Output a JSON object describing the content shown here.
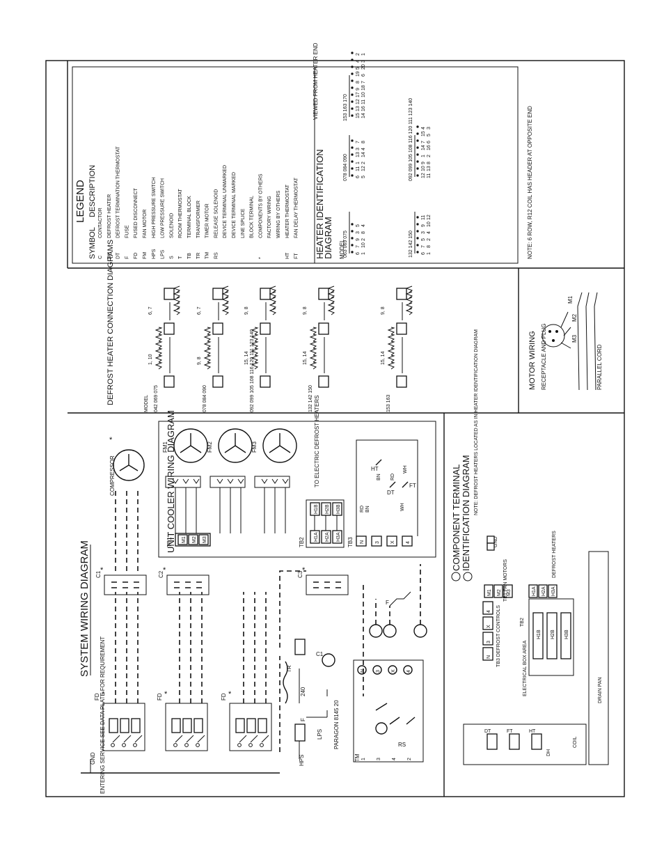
{
  "system": {
    "title": "SYSTEM WIRING DIAGRAM",
    "supply_note": "ENTERING SERVICE SEE DATA PLATE FOR REQUIREMENT",
    "gnd": "GND",
    "fd": "FD",
    "star": "*",
    "contactors": [
      "C1",
      "C2",
      "C3"
    ],
    "compressor": "COMPRESSOR",
    "unit_cooler": "UNIT COOLER WIRING DIAGRAM",
    "fans": [
      "FM1",
      "FM2",
      "FM3"
    ],
    "tb1": "TB1",
    "tb1_terms": [
      "M1",
      "M2",
      "M3"
    ],
    "tb2": "TB2",
    "tb2_terms": [
      "H1A",
      "H2A",
      "H3A"
    ],
    "tb2_out": [
      "H1B",
      "H2B",
      "H3B"
    ],
    "tb3": "TB3",
    "tb3_terms": [
      "N",
      "3",
      "X",
      "4"
    ],
    "defrost_note": "TO ELECTRIC DEFROST HEATERS",
    "wire_labels": [
      "RD",
      "BN",
      "WH",
      "RD",
      "BN",
      "WH"
    ],
    "dt": "DT",
    "ht": "HT",
    "ft": "FT",
    "tr": "TR",
    "tr_v": "240",
    "f": "F",
    "lps": "LPS",
    "hps": "HPS",
    "tm": "TM",
    "paragon": "PARAGON 8145 20",
    "rs": "RS",
    "timer_terms": [
      "N",
      "3",
      "X",
      "4"
    ],
    "timer_nums": [
      "1",
      "3",
      "4",
      "2"
    ]
  },
  "component": {
    "title1": "COMPONENT TERMINAL",
    "title2": "IDENTIFICATION DIAGRAM",
    "note": "NOTE: DEFROST HEATERS LOCATED AS IN HEATER IDENTIFICATION DIAGRAM",
    "gnd": "GND",
    "fan_motors": "TB1 FAN MOTORS",
    "defrost_heaters": "DEFROST HEATERS",
    "tb2": "TB2",
    "tb3": "TB3 DEFROST CONTROLS",
    "electrical": "ELECTRICAL BOX AREA",
    "drain_pan": "DRAIN PAN",
    "coil": "COIL",
    "dt": "DT",
    "ft": "FT",
    "ht": "HT",
    "dh": "DH"
  },
  "defrost": {
    "title": "DEFROST HEATER CONNECTION DIAGRAMS",
    "model": "MODEL",
    "rows": [
      {
        "models": "042 069 075",
        "left": "1, 10",
        "right": "6, 7"
      },
      {
        "models": "078 084 090",
        "left": "9, 8",
        "right": "6, 7"
      },
      {
        "models": "092 099 105 108 116 120 111 123 140",
        "left": "15, 14",
        "right": "9, 8"
      },
      {
        "models": "132 142 150",
        "left": "15, 14",
        "right": "9, 8"
      },
      {
        "models": "153 163",
        "left": "15, 14",
        "right": "9, 8"
      }
    ]
  },
  "legend": {
    "title": "LEGEND",
    "symbol_head": "SYMBOL",
    "desc_head": "DESCRIPTION",
    "items": [
      {
        "sym": "C",
        "desc": "CONTACTOR"
      },
      {
        "sym": "DH",
        "desc": "DEFROST HEATER"
      },
      {
        "sym": "DT",
        "desc": "DEFROST TERMINATION THERMOSTAT"
      },
      {
        "sym": "F",
        "desc": "FUSE"
      },
      {
        "sym": "FD",
        "desc": "FUSED DISCONNECT"
      },
      {
        "sym": "FM",
        "desc": "FAN MOTOR"
      },
      {
        "sym": "HPS",
        "desc": "HIGH PRESSURE SWITCH"
      },
      {
        "sym": "LPS",
        "desc": "LOW PRESSURE SWITCH"
      },
      {
        "sym": "S",
        "desc": "SOLENOID"
      },
      {
        "sym": "T",
        "desc": "ROOM THERMOSTAT"
      },
      {
        "sym": "TB",
        "desc": "TERMINAL BLOCK"
      },
      {
        "sym": "TR",
        "desc": "TRANSFORMER"
      },
      {
        "sym": "TM",
        "desc": "TIMER MOTOR"
      },
      {
        "sym": "RS",
        "desc": "RELEASE SOLENOID"
      },
      {
        "sym": "",
        "desc": "DEVICE TERMINAL UNMARKED"
      },
      {
        "sym": "",
        "desc": "DEVICE TERMINAL MARKED"
      },
      {
        "sym": "",
        "desc": "LINE SPLICE"
      },
      {
        "sym": "",
        "desc": "BLOCK TERMINAL"
      },
      {
        "sym": "*",
        "desc": "COMPONENTS BY OTHERS"
      },
      {
        "sym": "",
        "desc": "FACTORY WIRING"
      },
      {
        "sym": "",
        "desc": "WIRING BY OTHERS"
      },
      {
        "sym": "HT",
        "desc": "HEATER THERMOSTAT"
      },
      {
        "sym": "FT",
        "desc": "FAN DELAY THERMOSTAT"
      }
    ]
  },
  "heater_id": {
    "title1": "HEATER IDENTIFICATION",
    "title2": "DIAGRAM",
    "viewed": "VIEWED FROM HEATER END",
    "model": "MODEL",
    "groups": [
      {
        "models": "063 069 075",
        "nums": [
          "6",
          "1",
          "7",
          "10",
          "9",
          "2",
          "3",
          "8",
          "5",
          "4"
        ]
      },
      {
        "models": "078 084 090",
        "nums": [
          "6",
          "5",
          "11",
          "12",
          "1",
          "2",
          "13",
          "14",
          "3",
          "4",
          "7",
          "8"
        ]
      },
      {
        "models": "092 099 105 108 116 120 111 123 140",
        "nums": [
          "12",
          "11",
          "10",
          "13",
          "9",
          "8",
          "1",
          "2",
          "14",
          "16",
          "7",
          "6",
          "15",
          "5",
          "4",
          "3"
        ]
      },
      {
        "models": "132 142 150",
        "nums": [
          "6",
          "1",
          "7",
          "8",
          "5",
          "2",
          "3",
          "4",
          "9",
          "10",
          "11",
          "12"
        ]
      },
      {
        "models": "153 163 170",
        "nums": [
          "15",
          "14",
          "13",
          "16",
          "12",
          "11",
          "17",
          "10",
          "9",
          "18",
          "8",
          "7",
          "19",
          "6",
          "5",
          "20",
          "4",
          "3",
          "2",
          "1"
        ]
      }
    ],
    "note": "NOTE: 6 ROW, R12 COIL HAS HEADER AT OPPOSITE END"
  },
  "motor": {
    "title": "MOTOR WIRING",
    "receptacle": "RECEPTACLE AND PLUG",
    "parallel": "PARALLEL CORD",
    "m": [
      "M1",
      "M2",
      "M3"
    ]
  }
}
